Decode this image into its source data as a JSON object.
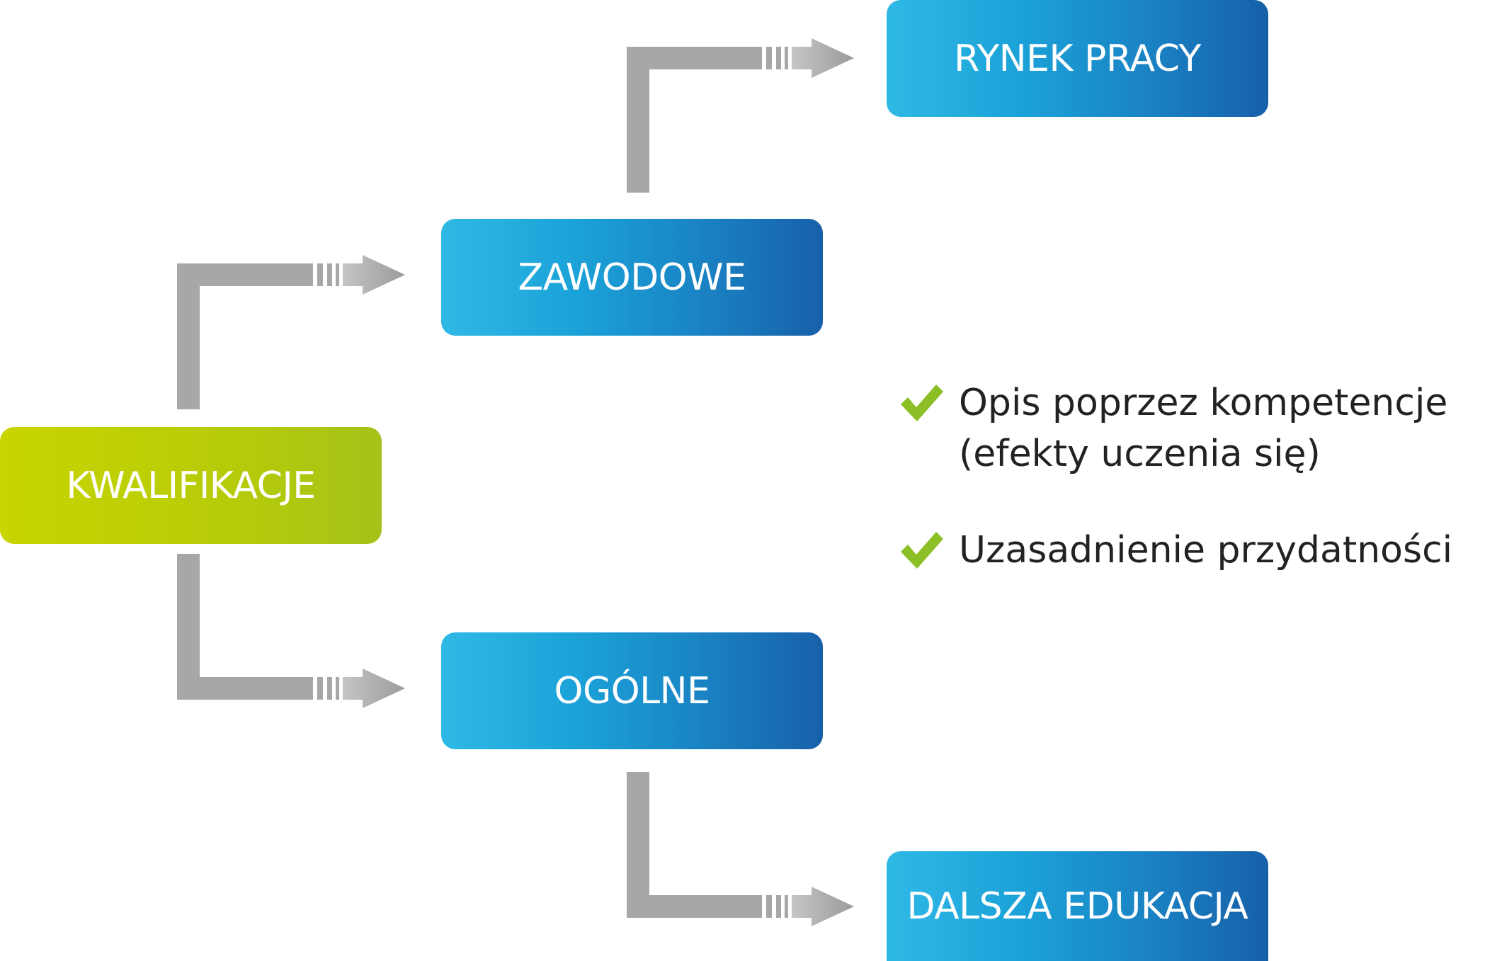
{
  "boxes": {
    "kwalifikacje": "KWALIFIKACJE",
    "zawodowe": "ZAWODOWE",
    "ogolne": "OGÓLNE",
    "rynek_pracy": "RYNEK PRACY",
    "dalsza_edukacja": "DALSZA EDUKACJA"
  },
  "checklist": [
    {
      "line1": "Opis poprzez kompetencje",
      "line2": "(efekty uczenia się)",
      "icon": "check-icon"
    },
    {
      "line1": "Uzasadnienie przydatności",
      "line2": "",
      "icon": "check-icon"
    }
  ],
  "colors": {
    "arrow": "#a6a7a9",
    "check": "#8cbf26",
    "green_start": "#c8d500",
    "blue_start": "#2fb9e6",
    "blue_end": "#1760a9"
  }
}
